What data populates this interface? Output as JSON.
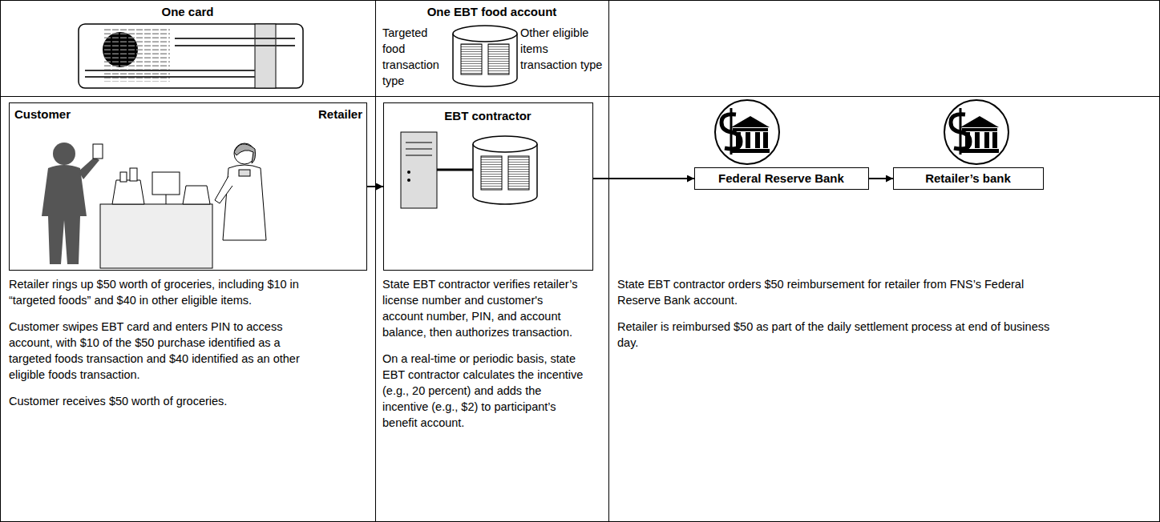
{
  "diagram": {
    "nodes": [
      {
        "text": [
          "One card"
        ]
      },
      {
        "text": [
          "One EBT food account",
          "Targeted food transaction type",
          "Other eligible items transaction type"
        ]
      },
      {
        "text": [
          "Retailer rings up $50 worth of groceries, including $10 in “targeted foods” and $40 in other eligible items.",
          "Customer swipes EBT card and enters PIN to access account, with $10 of the $50 purchase identified as a targeted foods transaction and $40 identified as an other eligible foods transaction.",
          "Customer receives $50 worth of groceries."
        ]
      },
      {
        "text": [
          "Customer",
          "Retailer"
        ],
        "in": 2
      },
      {
        "text": [
          "State EBT contractor verifies retailer’s license number and customer's account number, PIN, and account balance, then authorizes transaction.",
          "On a real-time or periodic basis, state EBT contractor calculates the incentive (e.g., 20 percent) and adds the incentive (e.g., $2) to participant’s benefit account."
        ]
      },
      {
        "text": [
          "EBT contractor"
        ],
        "in": 4
      },
      {
        "text": [
          "State EBT contractor orders $50 reimbursement for retailer from FNS’s Federal Reserve Bank account.",
          "Retailer is reimbursed $50 as part of the daily settlement process at end of business day."
        ]
      },
      {
        "text": [
          "Federal Reserve Bank"
        ],
        "in": 6
      },
      {
        "text": [
          "Retailer’s bank"
        ],
        "in": 6
      }
    ],
    "edges": [
      {
        "from": 3,
        "to": 5,
        "arrow": "to"
      },
      {
        "from": 5,
        "to": 7,
        "arrow": "to"
      },
      {
        "from": 7,
        "to": 8,
        "arrow": "to"
      }
    ]
  }
}
